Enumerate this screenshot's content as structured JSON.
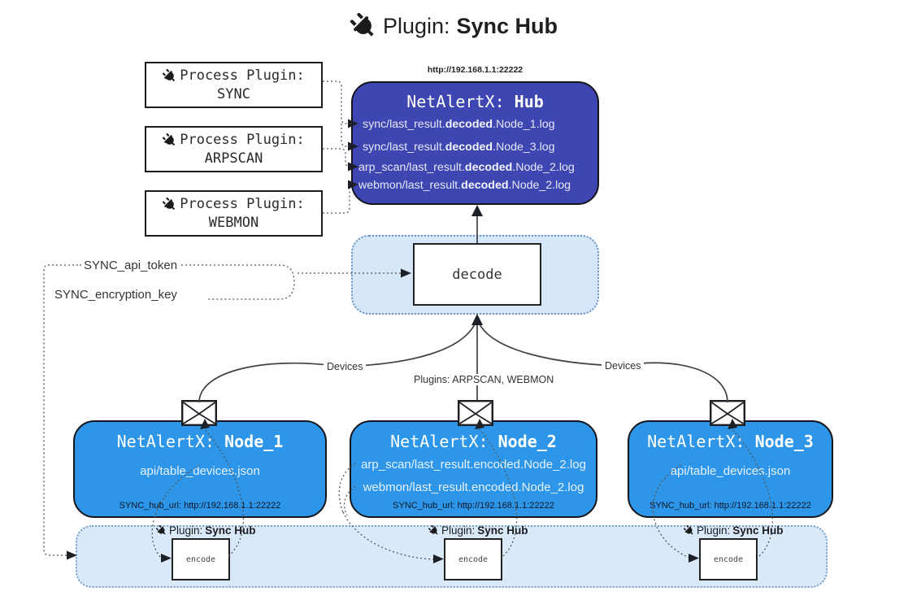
{
  "title": {
    "prefix": "Plugin: ",
    "bold": "Sync Hub"
  },
  "hub": {
    "url_label": "http://192.168.1.1:22222",
    "title_prefix": "NetAlertX: ",
    "title_bold": "Hub",
    "lines": [
      {
        "prefix": "sync/last_result.",
        "bold": "decoded",
        "suffix": ".Node_1.log"
      },
      {
        "prefix": "sync/last_result.",
        "bold": "decoded",
        "suffix": ".Node_3.log"
      },
      {
        "prefix": "arp_scan/last_result.",
        "bold": "decoded",
        "suffix": ".Node_2.log"
      },
      {
        "prefix": "webmon/last_result.",
        "bold": "decoded",
        "suffix": ".Node_2.log"
      }
    ]
  },
  "process_plugins": [
    {
      "label": "Process Plugin:",
      "name": "SYNC"
    },
    {
      "label": "Process Plugin:",
      "name": "ARPSCAN"
    },
    {
      "label": "Process Plugin:",
      "name": "WEBMON"
    }
  ],
  "decode": {
    "label": "decode"
  },
  "settings": {
    "api_token": "SYNC_api_token",
    "encryption_key": "SYNC_encryption_key"
  },
  "edges": {
    "devices_left": "Devices",
    "plugins_middle": "Plugins: ARPSCAN, WEBMON",
    "devices_right": "Devices"
  },
  "nodes": [
    {
      "title_prefix": "NetAlertX: ",
      "title_bold": "Node_1",
      "lines": [
        "api/table_devices.json"
      ],
      "hub_url": "SYNC_hub_url: http://192.168.1.1:22222"
    },
    {
      "title_prefix": "NetAlertX: ",
      "title_bold": "Node_2",
      "lines": [
        "arp_scan/last_result.encoded.Node_2.log",
        "webmon/last_result.encoded.Node_2.log"
      ],
      "hub_url": "SYNC_hub_url: http://192.168.1.1:22222"
    },
    {
      "title_prefix": "NetAlertX: ",
      "title_bold": "Node_3",
      "lines": [
        "api/table_devices.json"
      ],
      "hub_url": "SYNC_hub_url: http://192.168.1.1:22222"
    }
  ],
  "encode_band": {
    "plugin_label_prefix": "Plugin: ",
    "plugin_label_bold": "Sync Hub",
    "encode_label": "encode"
  },
  "colors": {
    "hub_fill": "#3e47b1",
    "node_fill": "#2e96e8",
    "band_fill": "#d9e9fa",
    "decode_area_fill": "#d5e7f8",
    "line_dark": "#3d4247"
  }
}
